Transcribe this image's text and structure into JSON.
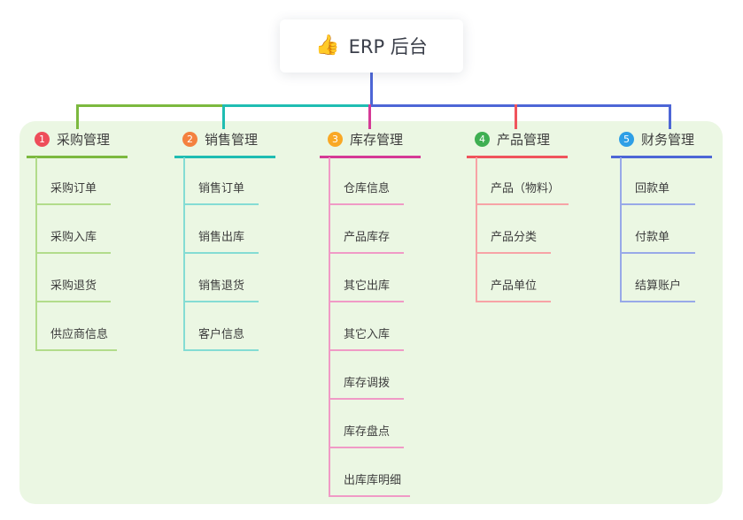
{
  "root": {
    "icon": "thumbs-up",
    "icon_glyph": "👍",
    "label": "ERP 后台"
  },
  "canvas_bg": "#ebf7e3",
  "connector_trunk_color": "#4d66d6",
  "branches": [
    {
      "num": "1",
      "label": "采购管理",
      "color": "#7cb93f",
      "light_color": "#b2dc8b",
      "badge_color": "#ee4d5a",
      "children": [
        "采购订单",
        "采购入库",
        "采购退货",
        "供应商信息"
      ]
    },
    {
      "num": "2",
      "label": "销售管理",
      "color": "#1fbdb2",
      "light_color": "#84dcd4",
      "badge_color": "#f4813f",
      "children": [
        "销售订单",
        "销售出库",
        "销售退货",
        "客户信息"
      ]
    },
    {
      "num": "3",
      "label": "库存管理",
      "color": "#d53a96",
      "light_color": "#f09ac6",
      "badge_color": "#f9a825",
      "children": [
        "仓库信息",
        "产品库存",
        "其它出库",
        "其它入库",
        "库存调拨",
        "库存盘点",
        "出库库明细"
      ]
    },
    {
      "num": "4",
      "label": "产品管理",
      "color": "#f0545c",
      "light_color": "#f7a3a6",
      "badge_color": "#3faf52",
      "children": [
        "产品（物料）",
        "产品分类",
        "产品单位"
      ]
    },
    {
      "num": "5",
      "label": "财务管理",
      "color": "#4d66d6",
      "light_color": "#98a9e8",
      "badge_color": "#2e9fe6",
      "children": [
        "回款单",
        "付款单",
        "结算账户"
      ]
    }
  ]
}
